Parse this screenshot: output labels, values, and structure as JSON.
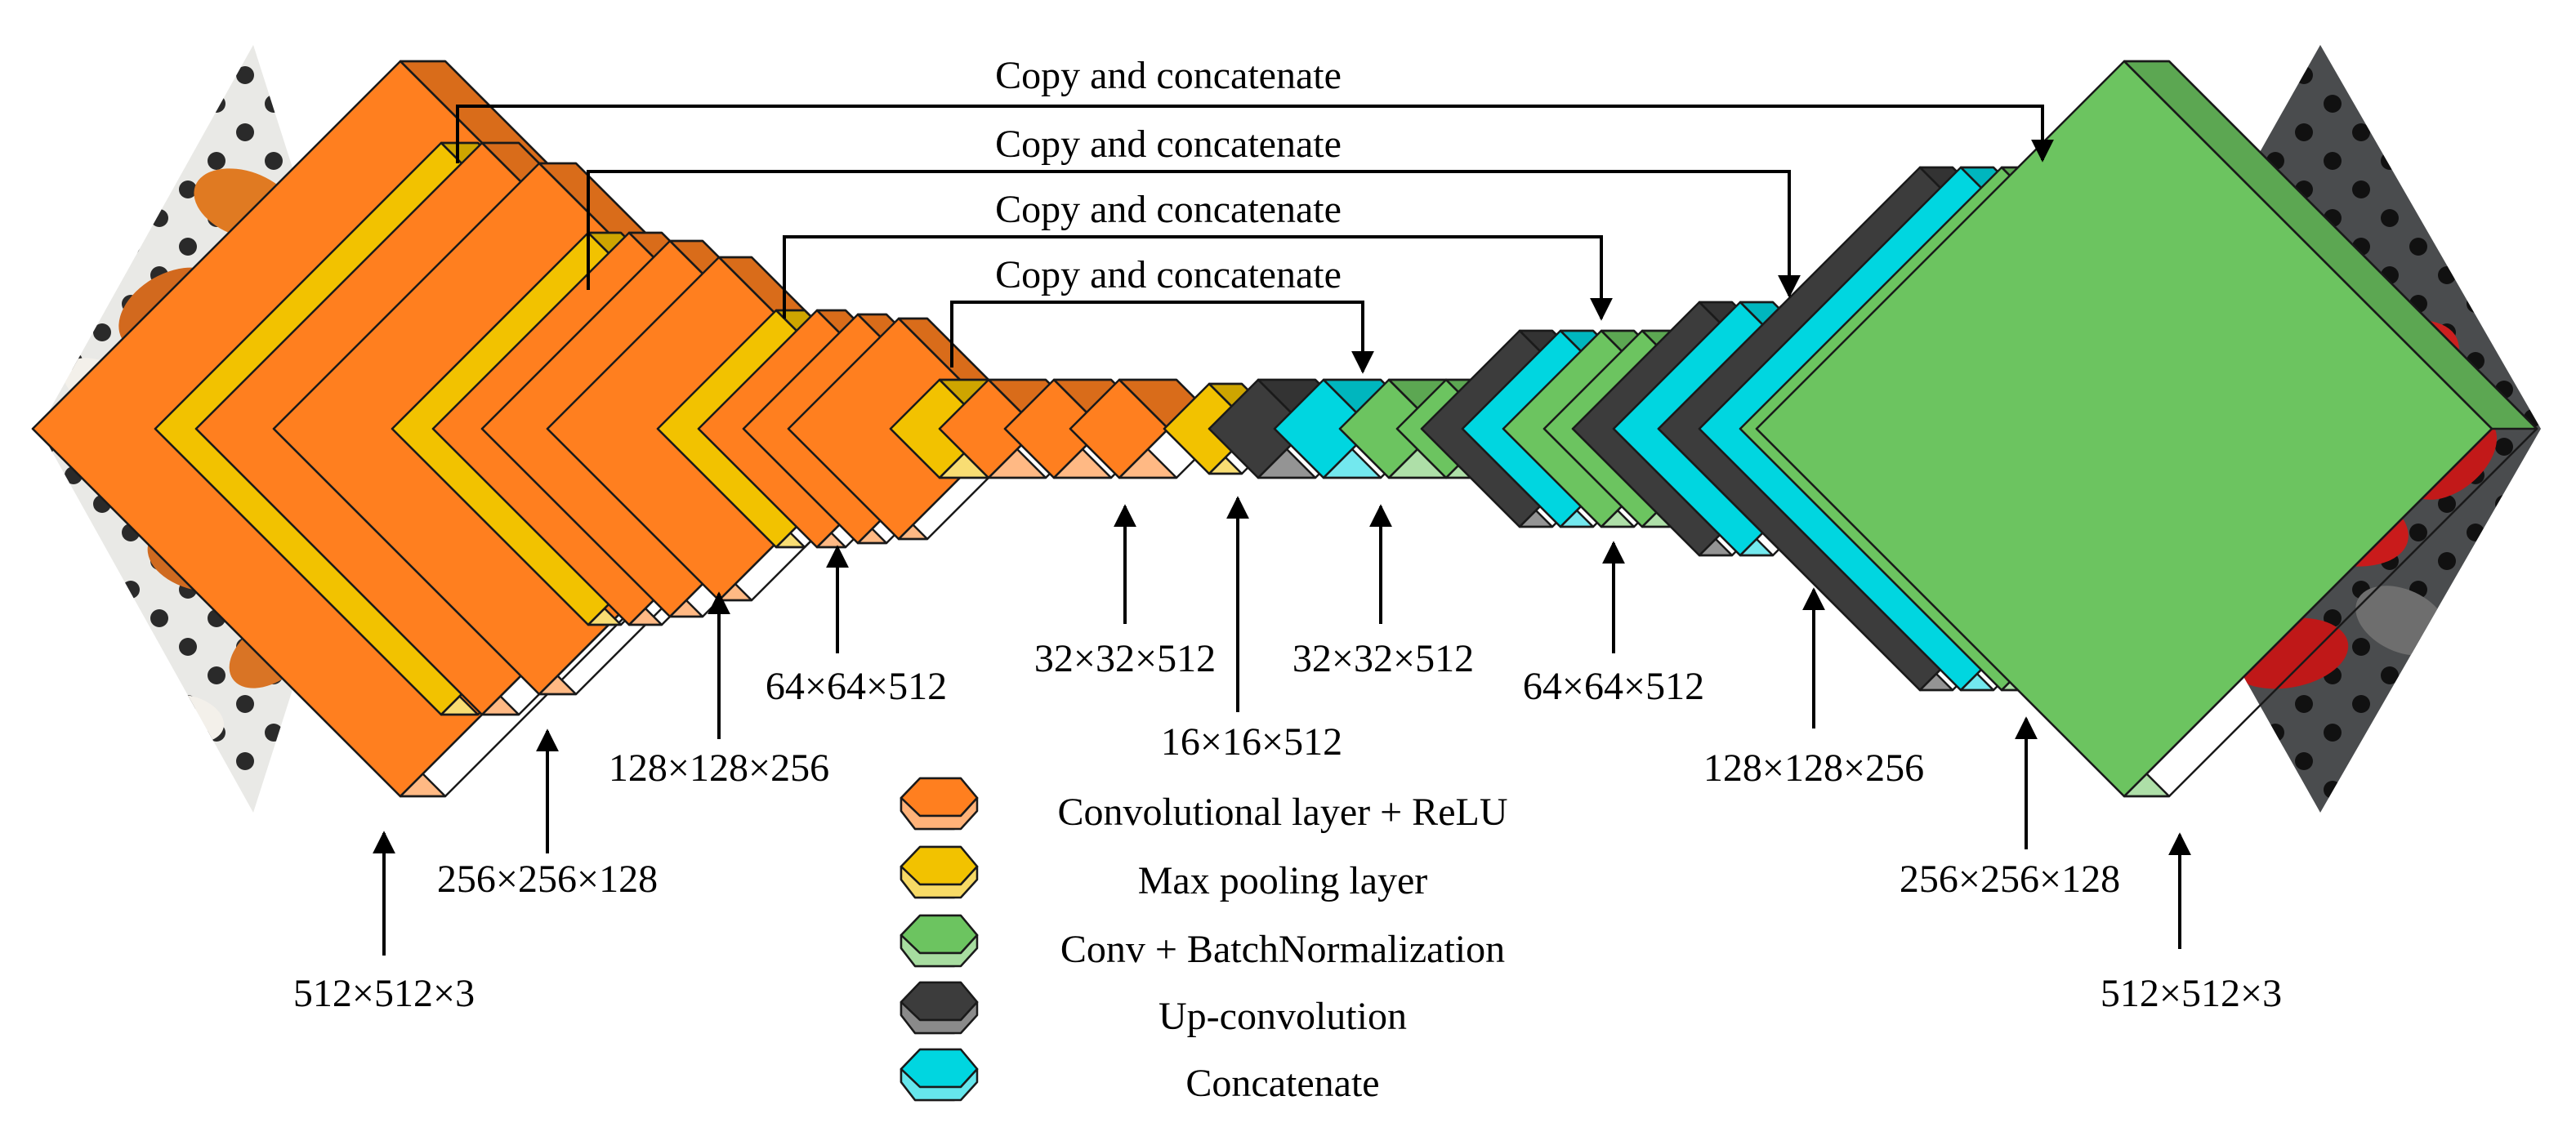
{
  "colors": {
    "conv_relu": "#FF7F1F",
    "max_pool": "#F2C200",
    "conv_bn": "#6CC460",
    "up_conv": "#3C3C3C",
    "concat": "#00D6E0"
  },
  "skips": [
    {
      "label": "Copy and concatenate"
    },
    {
      "label": "Copy and concatenate"
    },
    {
      "label": "Copy and concatenate"
    },
    {
      "label": "Copy and concatenate"
    }
  ],
  "dims": {
    "in_512": "512×512×3",
    "enc_256": "256×256×128",
    "enc_128": "128×128×256",
    "enc_64": "64×64×512",
    "enc_32": "32×32×512",
    "bottleneck_16": "16×16×512",
    "dec_32": "32×32×512",
    "dec_64": "64×64×512",
    "dec_128": "128×128×256",
    "dec_256": "256×256×128",
    "out_512": "512×512×3"
  },
  "legend": [
    {
      "label": "Convolutional layer + ReLU",
      "kind": "conv_relu"
    },
    {
      "label": "Max pooling layer",
      "kind": "max_pool"
    },
    {
      "label": "Conv + BatchNormalization",
      "kind": "conv_bn"
    },
    {
      "label": "Up-convolution",
      "kind": "up_conv"
    },
    {
      "label": "Concatenate",
      "kind": "concat"
    }
  ],
  "images": {
    "input_icon": "input-photo-icon",
    "output_icon": "segmentation-mask-icon"
  }
}
